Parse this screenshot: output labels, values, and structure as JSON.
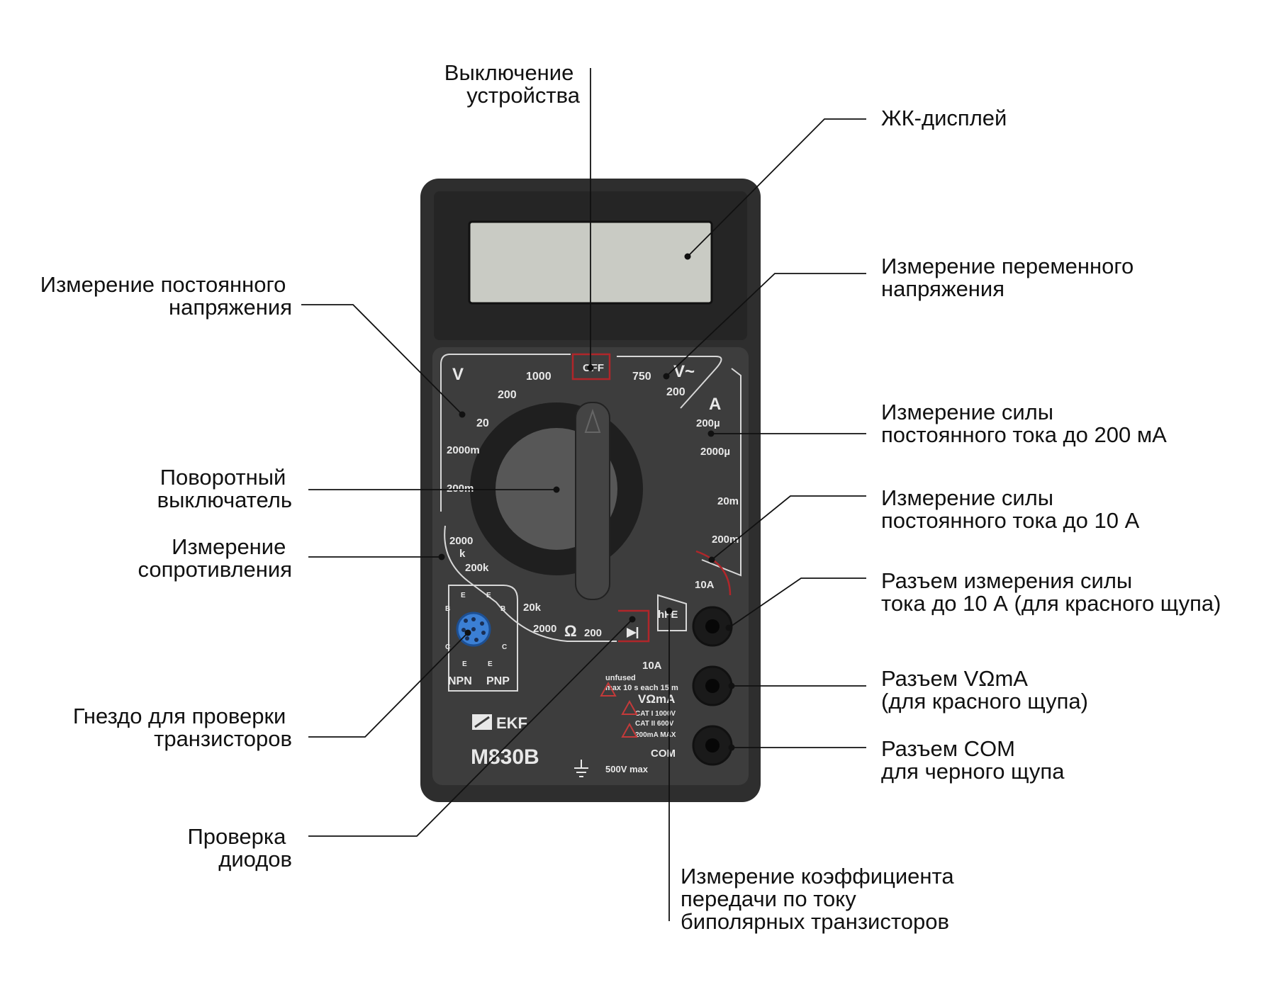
{
  "device": {
    "model": "M830B",
    "brand": "EKF",
    "ranges": {
      "dcv_symbol": "V",
      "dcv_1000": "1000",
      "dcv_200": "200",
      "dcv_20": "20",
      "dcv_2000m": "2000m",
      "dcv_200m": "200m",
      "off": "OFF",
      "acv_750": "750",
      "acv_symbol": "V~",
      "acv_200": "200",
      "dca_symbol": "A",
      "dca_200u": "200µ",
      "dca_2000u": "2000µ",
      "dca_20m": "20m",
      "dca_200m": "200m",
      "dca_10a": "10A",
      "hfe": "hFE",
      "ohm_2000k": "2000",
      "ohm_k": "k",
      "ohm_200k": "200k",
      "ohm_20k": "20k",
      "ohm_2000": "2000",
      "ohm_symbol": "Ω",
      "ohm_200": "200"
    },
    "socket_labels": {
      "npn": "NPN",
      "pnp": "PNP",
      "e1": "E",
      "e2": "E",
      "b1": "B",
      "b2": "B",
      "c1": "C",
      "c2": "C",
      "e3": "E",
      "e4": "E"
    },
    "jack_labels": {
      "tenA": "10A",
      "unfused_1": "unfused",
      "unfused_2": "max 10 s each 15 m",
      "vomA": "VΩmA",
      "cat1": "CAT I 1000V",
      "cat2": "CAT II 600V",
      "max200": "200mA MAX",
      "com": "COM",
      "max500": "500V max"
    }
  },
  "callouts": {
    "power_off": [
      "Выключение",
      "устройства"
    ],
    "lcd": [
      "ЖК-дисплей"
    ],
    "dc_voltage": [
      "Измерение постоянного",
      "напряжения"
    ],
    "ac_voltage": [
      "Измерение переменного",
      "напряжения"
    ],
    "dc_current_200ma": [
      "Измерение силы",
      "постоянного тока до 200 мА"
    ],
    "rotary_switch": [
      "Поворотный",
      "выключатель"
    ],
    "dc_current_10a": [
      "Измерение силы",
      "постоянного тока до 10 А"
    ],
    "resistance": [
      "Измерение",
      "сопротивления"
    ],
    "jack_10a": [
      "Разъем измерения силы",
      "тока до 10 А (для красного щупа)"
    ],
    "jack_vomA": [
      "Разъем VΩmA",
      "(для красного щупа)"
    ],
    "transistor_socket": [
      "Гнездо для проверки",
      "транзисторов"
    ],
    "jack_com": [
      "Разъем COM",
      "для черного щупа"
    ],
    "diode_test": [
      "Проверка",
      "диодов"
    ],
    "hfe": [
      "Измерение коэффициента",
      "передачи по току",
      "биполярных транзисторов"
    ]
  },
  "colors": {
    "body": "#3d3d3d",
    "frame": "#2b2b2b",
    "lcd": "#c9cbc4",
    "accent_red": "#b0262a",
    "socket_blue": "#3b7fd4",
    "text": "#111111"
  }
}
